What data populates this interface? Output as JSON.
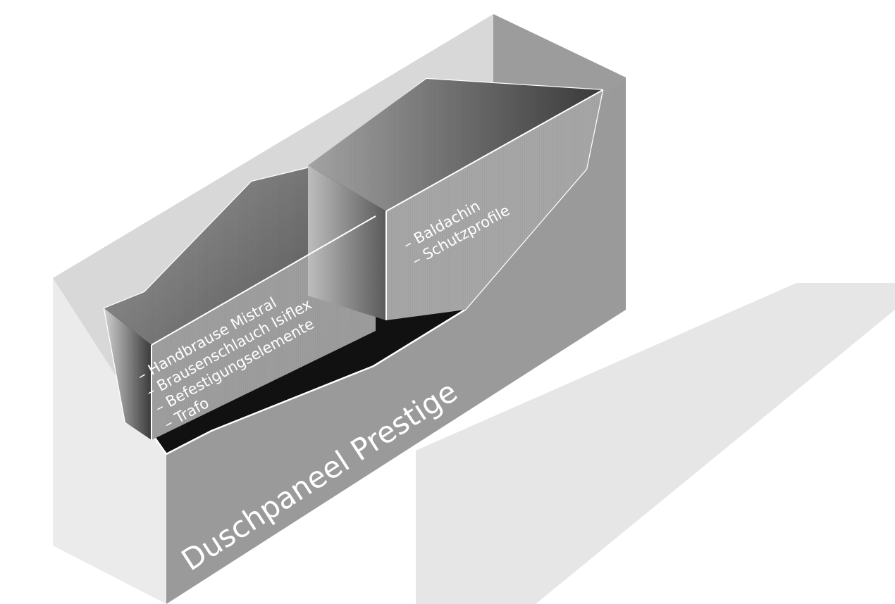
{
  "title": "Duschpaneel Prestige",
  "left_box_items": [
    "– Handbrause Mistral",
    "– Brausenschlauch Isiflex",
    "– Befestigungselemente",
    "– Trafo"
  ],
  "right_box_items": [
    "– Baldachin",
    "– Schutzprofile"
  ],
  "colors": {
    "panel_top": "#d8d8d8",
    "panel_left": "#e9e9e9",
    "panel_front": "#9a9a9a",
    "panel_right": "#9d9d9d",
    "cavity": "#111111",
    "box_face": "#a6a6a6",
    "shadow": "#e6e6e6"
  }
}
